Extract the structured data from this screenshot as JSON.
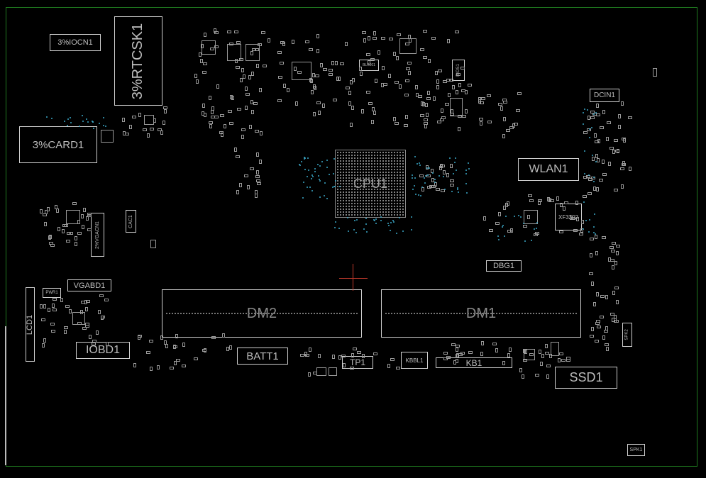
{
  "diagram": {
    "colors": {
      "background": "#000000",
      "board_outline": "#1f7a1f",
      "silkscreen": "#cfcfcf",
      "via": "#3aa8c8",
      "cursor": "#c0392b"
    },
    "components": {
      "iocn1": "3%IOCN1",
      "rtcsk1": "3%RTCSK1",
      "card1": "3%CARD1",
      "cpu1": "CPU1",
      "wlan1": "WLAN1",
      "dcin1": "DCIN1",
      "xf3202": "XF3202",
      "dbg1": "DBG1",
      "dm2": "DM2",
      "dm1": "DM1",
      "ssd1": "SSD1",
      "iobd1": "IOBD1",
      "vgabd1": "VGABD1",
      "batt1": "BATT1",
      "tp1": "TP1",
      "kbbl1": "KBBL1",
      "kb1": "KB1",
      "lcd1": "LCD1",
      "pwr1": "PWR1",
      "spk1": "SPK1",
      "vgacn1": "2%VGACN1",
      "cac1": "CAC1",
      "spk2": "SPK2",
      "bios": "BIOS1",
      "bl_chip": "BLK001"
    }
  }
}
